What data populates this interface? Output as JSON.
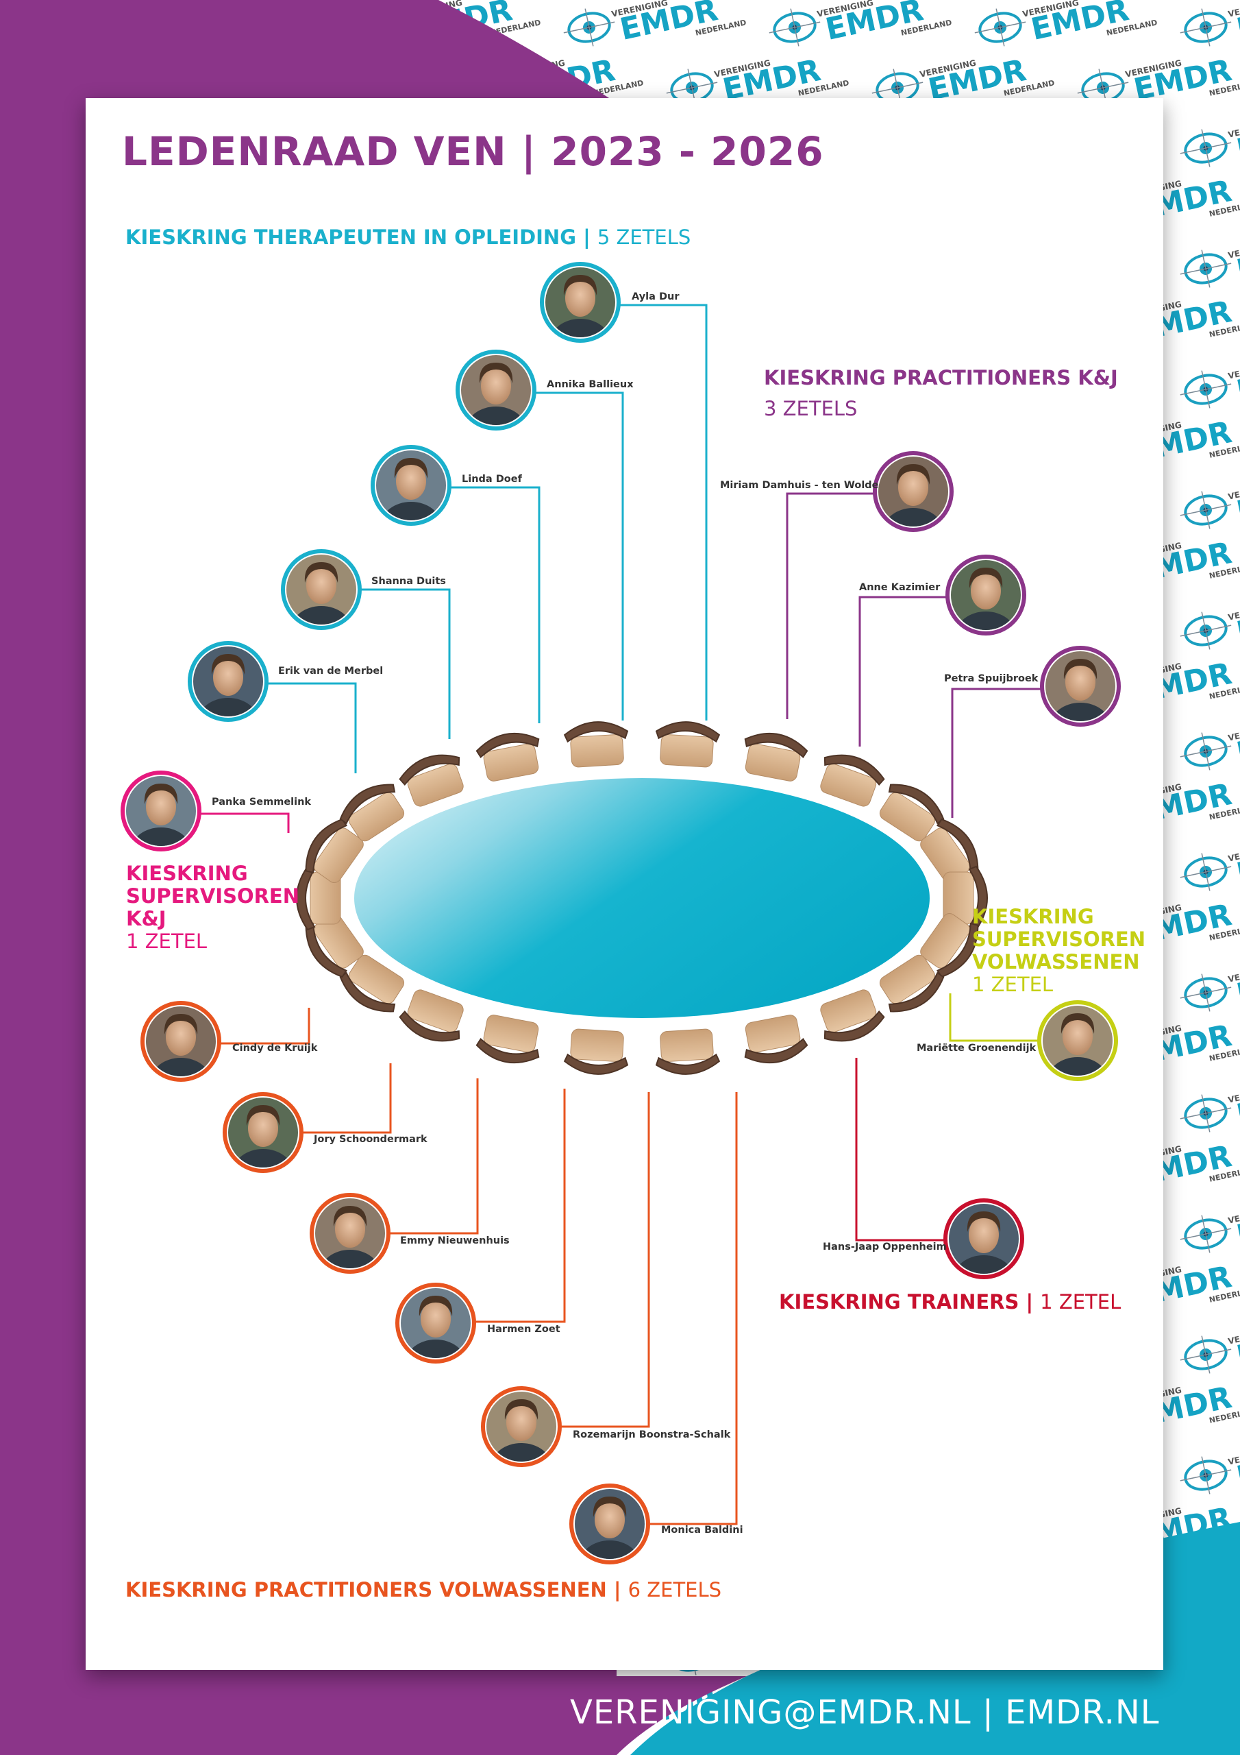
{
  "poster": {
    "title": "LEDENRAAD VEN | 2023 - 2026",
    "footer": "VERENIGING@EMDR.NL | EMDR.NL",
    "brand": {
      "logo_word": "EMDR",
      "logo_small_top": "VERENIGING",
      "logo_small_bottom": "NEDERLAND"
    },
    "colors": {
      "purple": "#8b3589",
      "teal": "#1ab0cc",
      "magenta": "#e5197e",
      "orange": "#e8541f",
      "lime": "#c5cf14",
      "red": "#c8102e",
      "table": "#16b4cf"
    }
  },
  "districts": [
    {
      "id": "tio",
      "name": "KIESKRING THERAPEUTEN IN OPLEIDING |",
      "seats": "5 ZETELS"
    },
    {
      "id": "pkj",
      "name": "KIESKRING PRACTITIONERS K&J",
      "seats": "3 ZETELS"
    },
    {
      "id": "skj",
      "name_lines": [
        "KIESKRING",
        "SUPERVISOREN",
        "K&J"
      ],
      "seats": "1 ZETEL"
    },
    {
      "id": "svw",
      "name_lines": [
        "KIESKRING",
        "SUPERVISOREN",
        "VOLWASSENEN"
      ],
      "seats": "1 ZETEL"
    },
    {
      "id": "tr",
      "name": "KIESKRING TRAINERS |",
      "seats": "1 ZETEL"
    },
    {
      "id": "pvw",
      "name": "KIESKRING PRACTITIONERS VOLWASSENEN |",
      "seats": "6 ZETELS"
    }
  ],
  "members": [
    {
      "name": "Ayla Dur",
      "district": "tio"
    },
    {
      "name": "Annika Ballieux",
      "district": "tio"
    },
    {
      "name": "Linda Doef",
      "district": "tio"
    },
    {
      "name": "Shanna Duits",
      "district": "tio"
    },
    {
      "name": "Erik van de Merbel",
      "district": "tio"
    },
    {
      "name": "Miriam Damhuis - ten Wolde",
      "district": "pkj"
    },
    {
      "name": "Anne Kazimier",
      "district": "pkj"
    },
    {
      "name": "Petra Spuijbroek",
      "district": "pkj"
    },
    {
      "name": "Panka Semmelink",
      "district": "skj"
    },
    {
      "name": "Mariëtte Groenendijk",
      "district": "svw"
    },
    {
      "name": "Hans-Jaap Oppenheim",
      "district": "tr"
    },
    {
      "name": "Cindy de Kruijk",
      "district": "pvw"
    },
    {
      "name": "Jory Schoondermark",
      "district": "pvw"
    },
    {
      "name": "Emmy Nieuwenhuis",
      "district": "pvw"
    },
    {
      "name": "Harmen Zoet",
      "district": "pvw"
    },
    {
      "name": "Rozemarijn Boonstra-Schalk",
      "district": "pvw"
    },
    {
      "name": "Monica Baldini",
      "district": "pvw"
    }
  ]
}
